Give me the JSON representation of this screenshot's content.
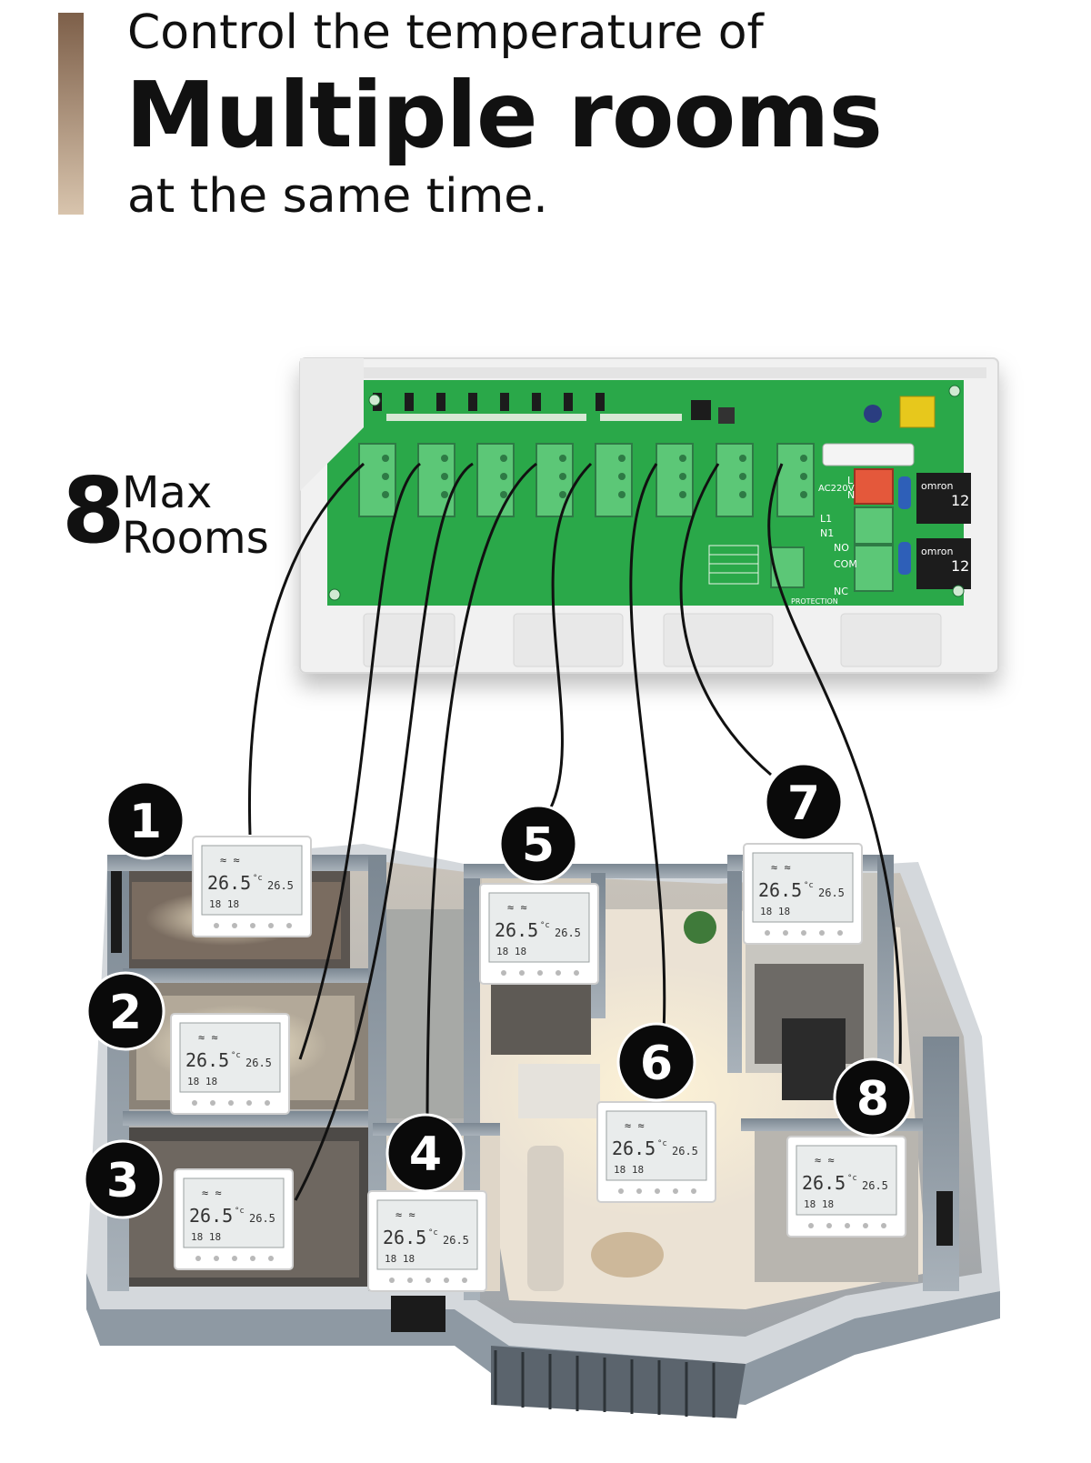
{
  "heading": {
    "line1": "Control the temperature of",
    "line2": "Multiple rooms",
    "line3": "at the same time."
  },
  "max_rooms": {
    "number": "8",
    "label_top": "Max",
    "label_bottom": "Rooms"
  },
  "controller": {
    "relay_brand": "omron",
    "relay_rating": "12",
    "power_label": "AC220V",
    "terminal_labels": [
      "L",
      "N",
      "L1",
      "N1",
      "NO",
      "COM",
      "NC"
    ],
    "protection_label": "PROTECTION"
  },
  "thermostat_display": {
    "main_temp": "26.5",
    "main_unit": "°c",
    "set_temp": "26.5",
    "time": "18 18"
  },
  "rooms": [
    {
      "badge": "1"
    },
    {
      "badge": "2"
    },
    {
      "badge": "3"
    },
    {
      "badge": "4"
    },
    {
      "badge": "5"
    },
    {
      "badge": "6"
    },
    {
      "badge": "7"
    },
    {
      "badge": "8"
    }
  ],
  "colors": {
    "accent_top": "#7d5f49",
    "accent_bottom": "#d8c4ad",
    "pcb_green": "#2aa84a",
    "terminal_green": "#5cc777",
    "badge_black": "#0a0a0a"
  }
}
